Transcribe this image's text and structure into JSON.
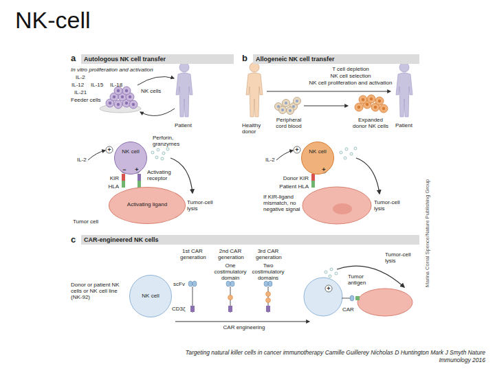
{
  "diagram": {
    "title": "NK-cell",
    "caption": "Targeting natural killer cells in cancer immunotherapy Camille Guillerey Nicholas D Huntington Mark J Smyth Nature Immunology 2016",
    "nodes": [
      {
        "text": [
          "Autologous NK cell transfer"
        ]
      },
      {
        "text": [
          "NK cell"
        ]
      },
      {
        "text": [
          "Activating ligand"
        ]
      },
      {
        "text": [
          "Allogeneic NK cell transfer"
        ]
      },
      {
        "text": [
          "NK cell"
        ]
      },
      {
        "text": [
          "CAR-engineered NK cells"
        ]
      },
      {
        "text": [
          "NK cell"
        ]
      }
    ],
    "labels": [
      "a",
      "In vitro proliferation and activation",
      "IL-2",
      "IL-12",
      "IL-15",
      "IL-18",
      "IL-21",
      "Feeder cells",
      "NK cells",
      "Patient",
      "IL-2",
      "+",
      "−",
      "+",
      "Perforin, granzymes",
      "KIR",
      "HLA",
      "Activating receptor",
      "Tumor cell",
      "Tumor-cell lysis",
      "b",
      "T cell depletion",
      "NK cell selection",
      "NK cell proliferation and activation",
      "Healthy donor",
      "Peripheral cord blood",
      "Expanded donor NK cells",
      "Patient",
      "IL-2",
      "+",
      "+",
      "Donor KIR",
      "Patient HLA",
      "If KIR-ligand mismatch, no negative signal",
      "Tumor-cell lysis",
      "c",
      "1st CAR generation",
      "2nd CAR generation",
      "One costimulatory domain",
      "3rd CAR generation",
      "Two costimulatory domains",
      "Donor or patient NK cells or NK cell line (NK-92)",
      "scFv",
      "CD3ζ",
      "CAR engineering",
      "+",
      "Tumor antigen",
      "CAR",
      "Tumor-cell lysis",
      "Marina Corral Spence/Nature Publishing Group"
    ]
  }
}
